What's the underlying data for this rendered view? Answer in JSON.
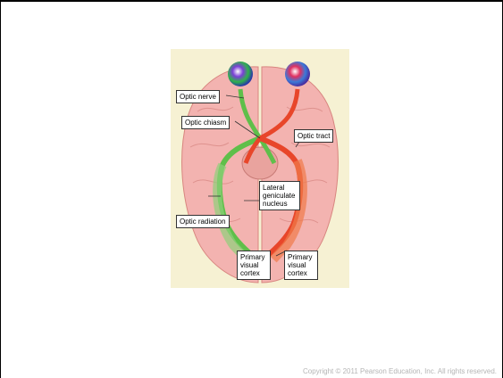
{
  "figure": {
    "labels": {
      "optic_nerve": "Optic nerve",
      "optic_chiasm": "Optic chiasm",
      "optic_tract": "Optic tract",
      "lateral_geniculate_nucleus": "Lateral geniculate nucleus",
      "optic_radiation": "Optic radiation",
      "primary_visual_cortex_left": "Primary visual cortex",
      "primary_visual_cortex_right": "Primary visual cortex"
    },
    "colors": {
      "left_pathway": "#5fbf4a",
      "right_pathway": "#e8462a",
      "brain": "#f3b3b0",
      "background": "#f6f1d3"
    }
  },
  "footer": {
    "copyright": "Copyright © 2011 Pearson Education, Inc. All rights reserved."
  }
}
